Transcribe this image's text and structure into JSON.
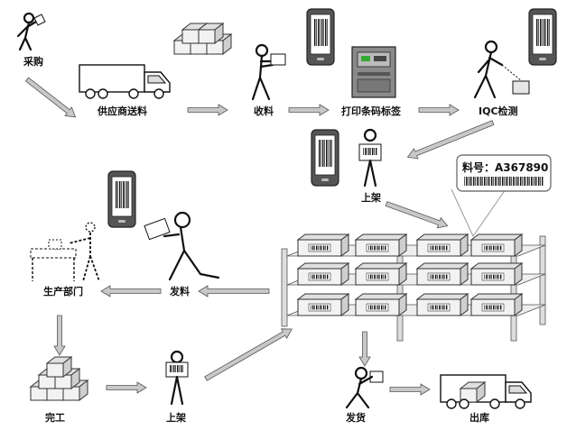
{
  "nodes": {
    "purchase": "采购",
    "supplier_delivery": "供应商送料",
    "receiving": "收料",
    "print_barcode": "打印条码标签",
    "iqc": "IQC检测",
    "shelving_top": "上架",
    "production_dept": "生产部门",
    "issuing": "发料",
    "finished": "完工",
    "shelving_bottom": "上架",
    "shipping": "发货",
    "outbound": "出库"
  },
  "label_tag": {
    "text": "料号：A367890"
  },
  "icons": {
    "truck": "truck-icon",
    "scanner": "barcode-scanner-icon",
    "printer": "label-printer-icon",
    "shelf": "warehouse-shelf-icon",
    "boxes": "boxes-icon"
  }
}
